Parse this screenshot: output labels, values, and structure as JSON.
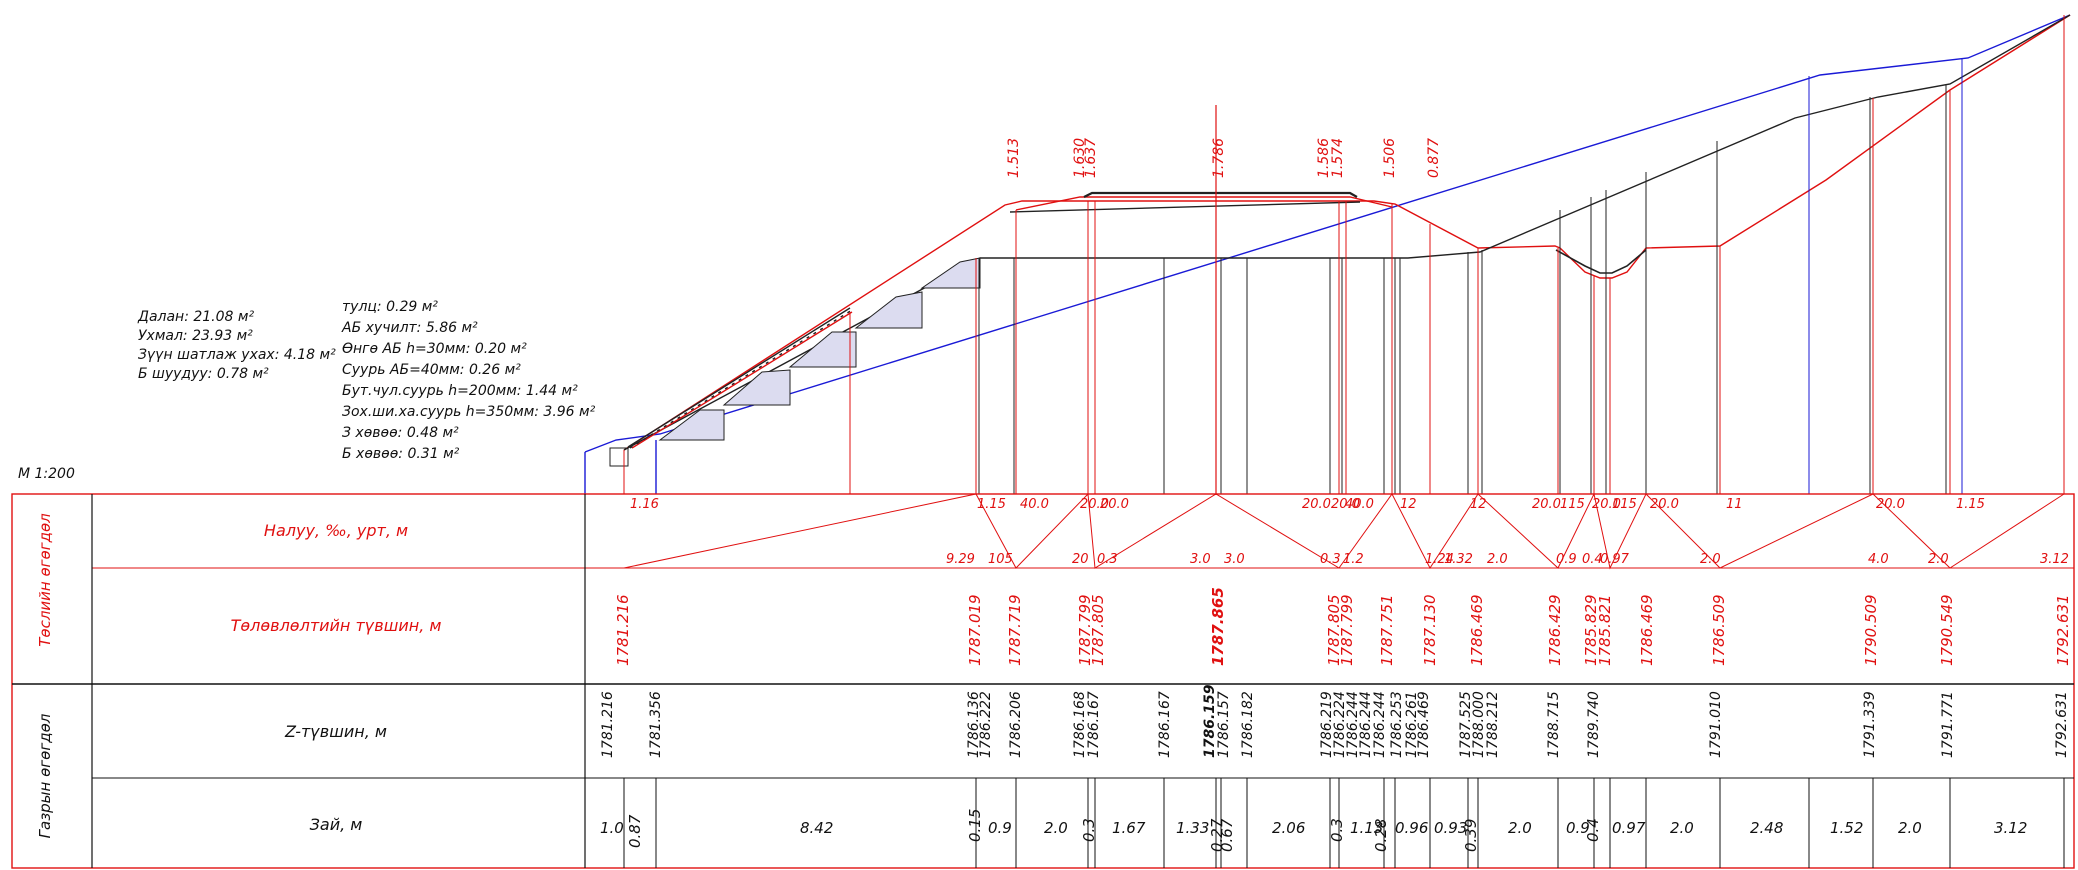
{
  "scale_label": "M 1:200",
  "areas_left": [
    "Далан: 21.08 м²",
    "Ухмал: 23.93 м²",
    "Зүүн шатлаж ухах: 4.18 м²",
    "Б шуудуу: 0.78 м²"
  ],
  "areas_right": [
    "тулц: 0.29 м²",
    "АБ хучилт: 5.86 м²",
    "Өнгө АБ h=30мм: 0.20 м²",
    "Суурь АБ=40мм: 0.26 м²",
    "Бут.чул.суурь h=200мм: 1.44 м²",
    "Зох.ши.ха.суурь h=350мм: 3.96 м²",
    "З хөвөө: 0.48 м²",
    "Б хөвөө: 0.31 м²"
  ],
  "offsets_top": [
    "1.513",
    "1.630",
    "1.637",
    "1.786",
    "1.586",
    "1.574",
    "1.506",
    "0.877"
  ],
  "group_design": "Төслийн өгөгдөл",
  "group_ground": "Газрын өгөгдөл",
  "row_slope": "Налуу, ‰, урт, м",
  "row_design": "Төлөвлөлтийн түвшин, м",
  "row_z": "Z-түвшин, м",
  "row_dist": "Зай, м",
  "slope_top": [
    "1.16",
    "1.15",
    "40.0",
    "20.0",
    "20.0",
    "20.0",
    "20.0",
    "40.0",
    "12",
    "12",
    "20.0",
    "115",
    "20.0",
    "115",
    "20.0",
    "11",
    "20.0",
    "1.15"
  ],
  "slope_bottom": [
    "9.29",
    "105",
    "20",
    "0.3",
    "3.0",
    "3.0",
    "0.3",
    "1.2",
    "1.24",
    "1.32",
    "2.0",
    "0.9",
    "0.4",
    "0.97",
    "2.0",
    "4.0",
    "2.0",
    "3.12"
  ],
  "design_levels": [
    "1781.216",
    "1787.019",
    "1787.719",
    "1787.799",
    "1787.805",
    "1787.865",
    "1787.805",
    "1787.799",
    "1787.751",
    "1787.130",
    "1786.469",
    "1786.429",
    "1785.829",
    "1785.821",
    "1786.469",
    "1786.509",
    "1790.509",
    "1790.549",
    "1792.631"
  ],
  "z_levels": [
    "1781.216",
    "1781.356",
    "1786.136",
    "1786.222",
    "1786.206",
    "1786.168",
    "1786.167",
    "1786.167",
    "1786.159",
    "1786.157",
    "1786.182",
    "1786.219",
    "1786.224",
    "1786.244",
    "1786.244",
    "1786.244",
    "1786.253",
    "1786.261",
    "1786.469",
    "1787.525",
    "1788.000",
    "1788.212",
    "1788.715",
    "1789.740",
    "1791.010",
    "1791.339",
    "1791.771",
    "1792.631"
  ],
  "distances": [
    "1.0",
    "0.87",
    "8.42",
    "0.15",
    "0.9",
    "2.0",
    "0.3",
    "1.67",
    "1.33",
    "0.27",
    "0.67",
    "2.06",
    "0.3",
    "1.13",
    "0.28",
    "0.96",
    "0.93",
    "0.39",
    "2.0",
    "0.9",
    "0.4",
    "0.97",
    "2.0",
    "2.48",
    "1.52",
    "2.0",
    "3.12"
  ]
}
